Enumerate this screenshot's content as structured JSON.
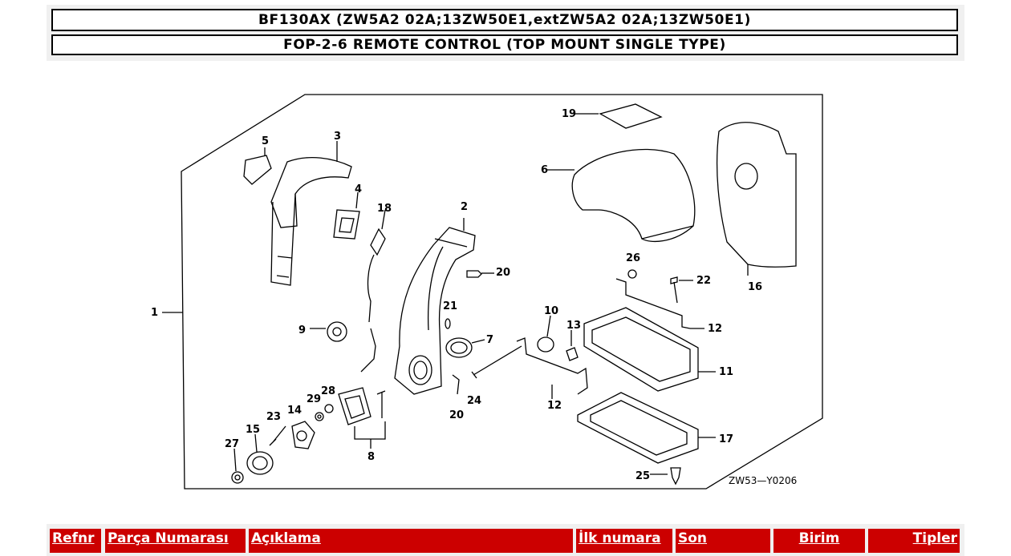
{
  "header": {
    "model_line": "BF130AX (ZW5A2 02A;13ZW50E1,extZW5A2 02A;13ZW50E1)",
    "section_line": "FOP-2-6 REMOTE CONTROL (TOP MOUNT SINGLE TYPE)"
  },
  "diagram": {
    "code": "ZW53—Y0206",
    "callouts": [
      "1",
      "2",
      "3",
      "4",
      "5",
      "6",
      "7",
      "8",
      "9",
      "10",
      "11",
      "12",
      "12",
      "13",
      "14",
      "15",
      "16",
      "17",
      "18",
      "19",
      "20",
      "20",
      "21",
      "22",
      "23",
      "24",
      "25",
      "26",
      "27",
      "28",
      "29"
    ]
  },
  "table": {
    "columns": [
      "Refnr",
      "Parça Numarası",
      "Açıklama",
      "İlk numara",
      "Son",
      "Birim",
      "Tipler"
    ]
  },
  "colors": {
    "header_red": "#cc0000",
    "panel_gray": "#f0f0f0"
  }
}
